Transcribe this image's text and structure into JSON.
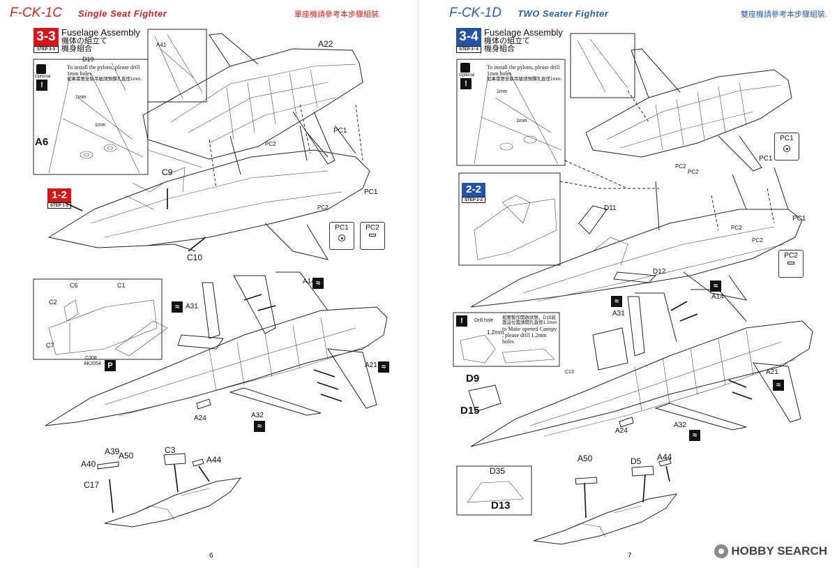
{
  "left": {
    "model": "F-CK-1C",
    "subtitle": "Single Seat Fighter",
    "note": "單座機請參考本步驟組裝.",
    "step": {
      "number": "3-3",
      "label": "STEP 3-3",
      "title_en": "Fuselage Assembly",
      "title_ja": "機体の組立て",
      "title_zh": "機身組合"
    },
    "ref_step": {
      "number": "1-2",
      "label": "STEP 1-2"
    },
    "inset_note": {
      "en": "To install the pylons, please drill 1mm holes",
      "zh": "如果需要安裝吊艙請預鑽孔直徑1mm."
    },
    "optional_label": "Optional",
    "drill_mm": "1mm",
    "parts": {
      "a22": "A22",
      "d19": "D19",
      "a6": "A6",
      "a41": "A41",
      "c9": "C9",
      "c10": "C10",
      "pc1": "PC1",
      "pc2": "PC2",
      "c6": "C6",
      "c1": "C1",
      "c2": "C2",
      "c7": "C7",
      "c308": "C308",
      "ak2054": "AK2054",
      "a14": "A14",
      "a31": "A31",
      "a21": "A21",
      "a24": "A24",
      "a32": "A32",
      "a40": "A40",
      "a39": "A39",
      "a50": "A50",
      "c3": "C3",
      "a44": "A44",
      "c17": "C17"
    },
    "page_number": "6"
  },
  "right": {
    "model": "F-CK-1D",
    "subtitle": "TWO Seater Fighter",
    "note": "雙座機請參考本步驟組裝.",
    "step": {
      "number": "3-4",
      "label": "STEP 3- 4",
      "title_en": "Fuselage Assembly",
      "title_ja": "機体の組立て",
      "title_zh": "機身組合"
    },
    "ref_step": {
      "number": "2-2",
      "label": "STEP 2-2"
    },
    "inset_note": {
      "en": "To install the pylons, please drill 1mm holes",
      "zh": "如果需要安裝吊艙請預鑽孔直徑1mm."
    },
    "optional_label": "Optional",
    "drill_mm": "1mm",
    "drill_note": {
      "title": "Drill hole",
      "size": "1.2mm",
      "zh": "如要製作開啟狀態，D15底面這位置請開孔直徑1.2mm",
      "en": "to Make opened Canopy , please drill 1.2mm holes"
    },
    "parts": {
      "pc1": "PC1",
      "pc2": "PC2",
      "d11": "D11",
      "d12": "D12",
      "a14": "A14",
      "a31": "A31",
      "a21": "A21",
      "a24": "A24",
      "a32": "A32",
      "c13": "C13",
      "d9": "D9",
      "d15": "D15",
      "d35": "D35",
      "d13": "D13",
      "a50": "A50",
      "d5": "D5",
      "a44": "A44"
    },
    "page_number": "7"
  },
  "watermark": "HOBBY SEARCH"
}
